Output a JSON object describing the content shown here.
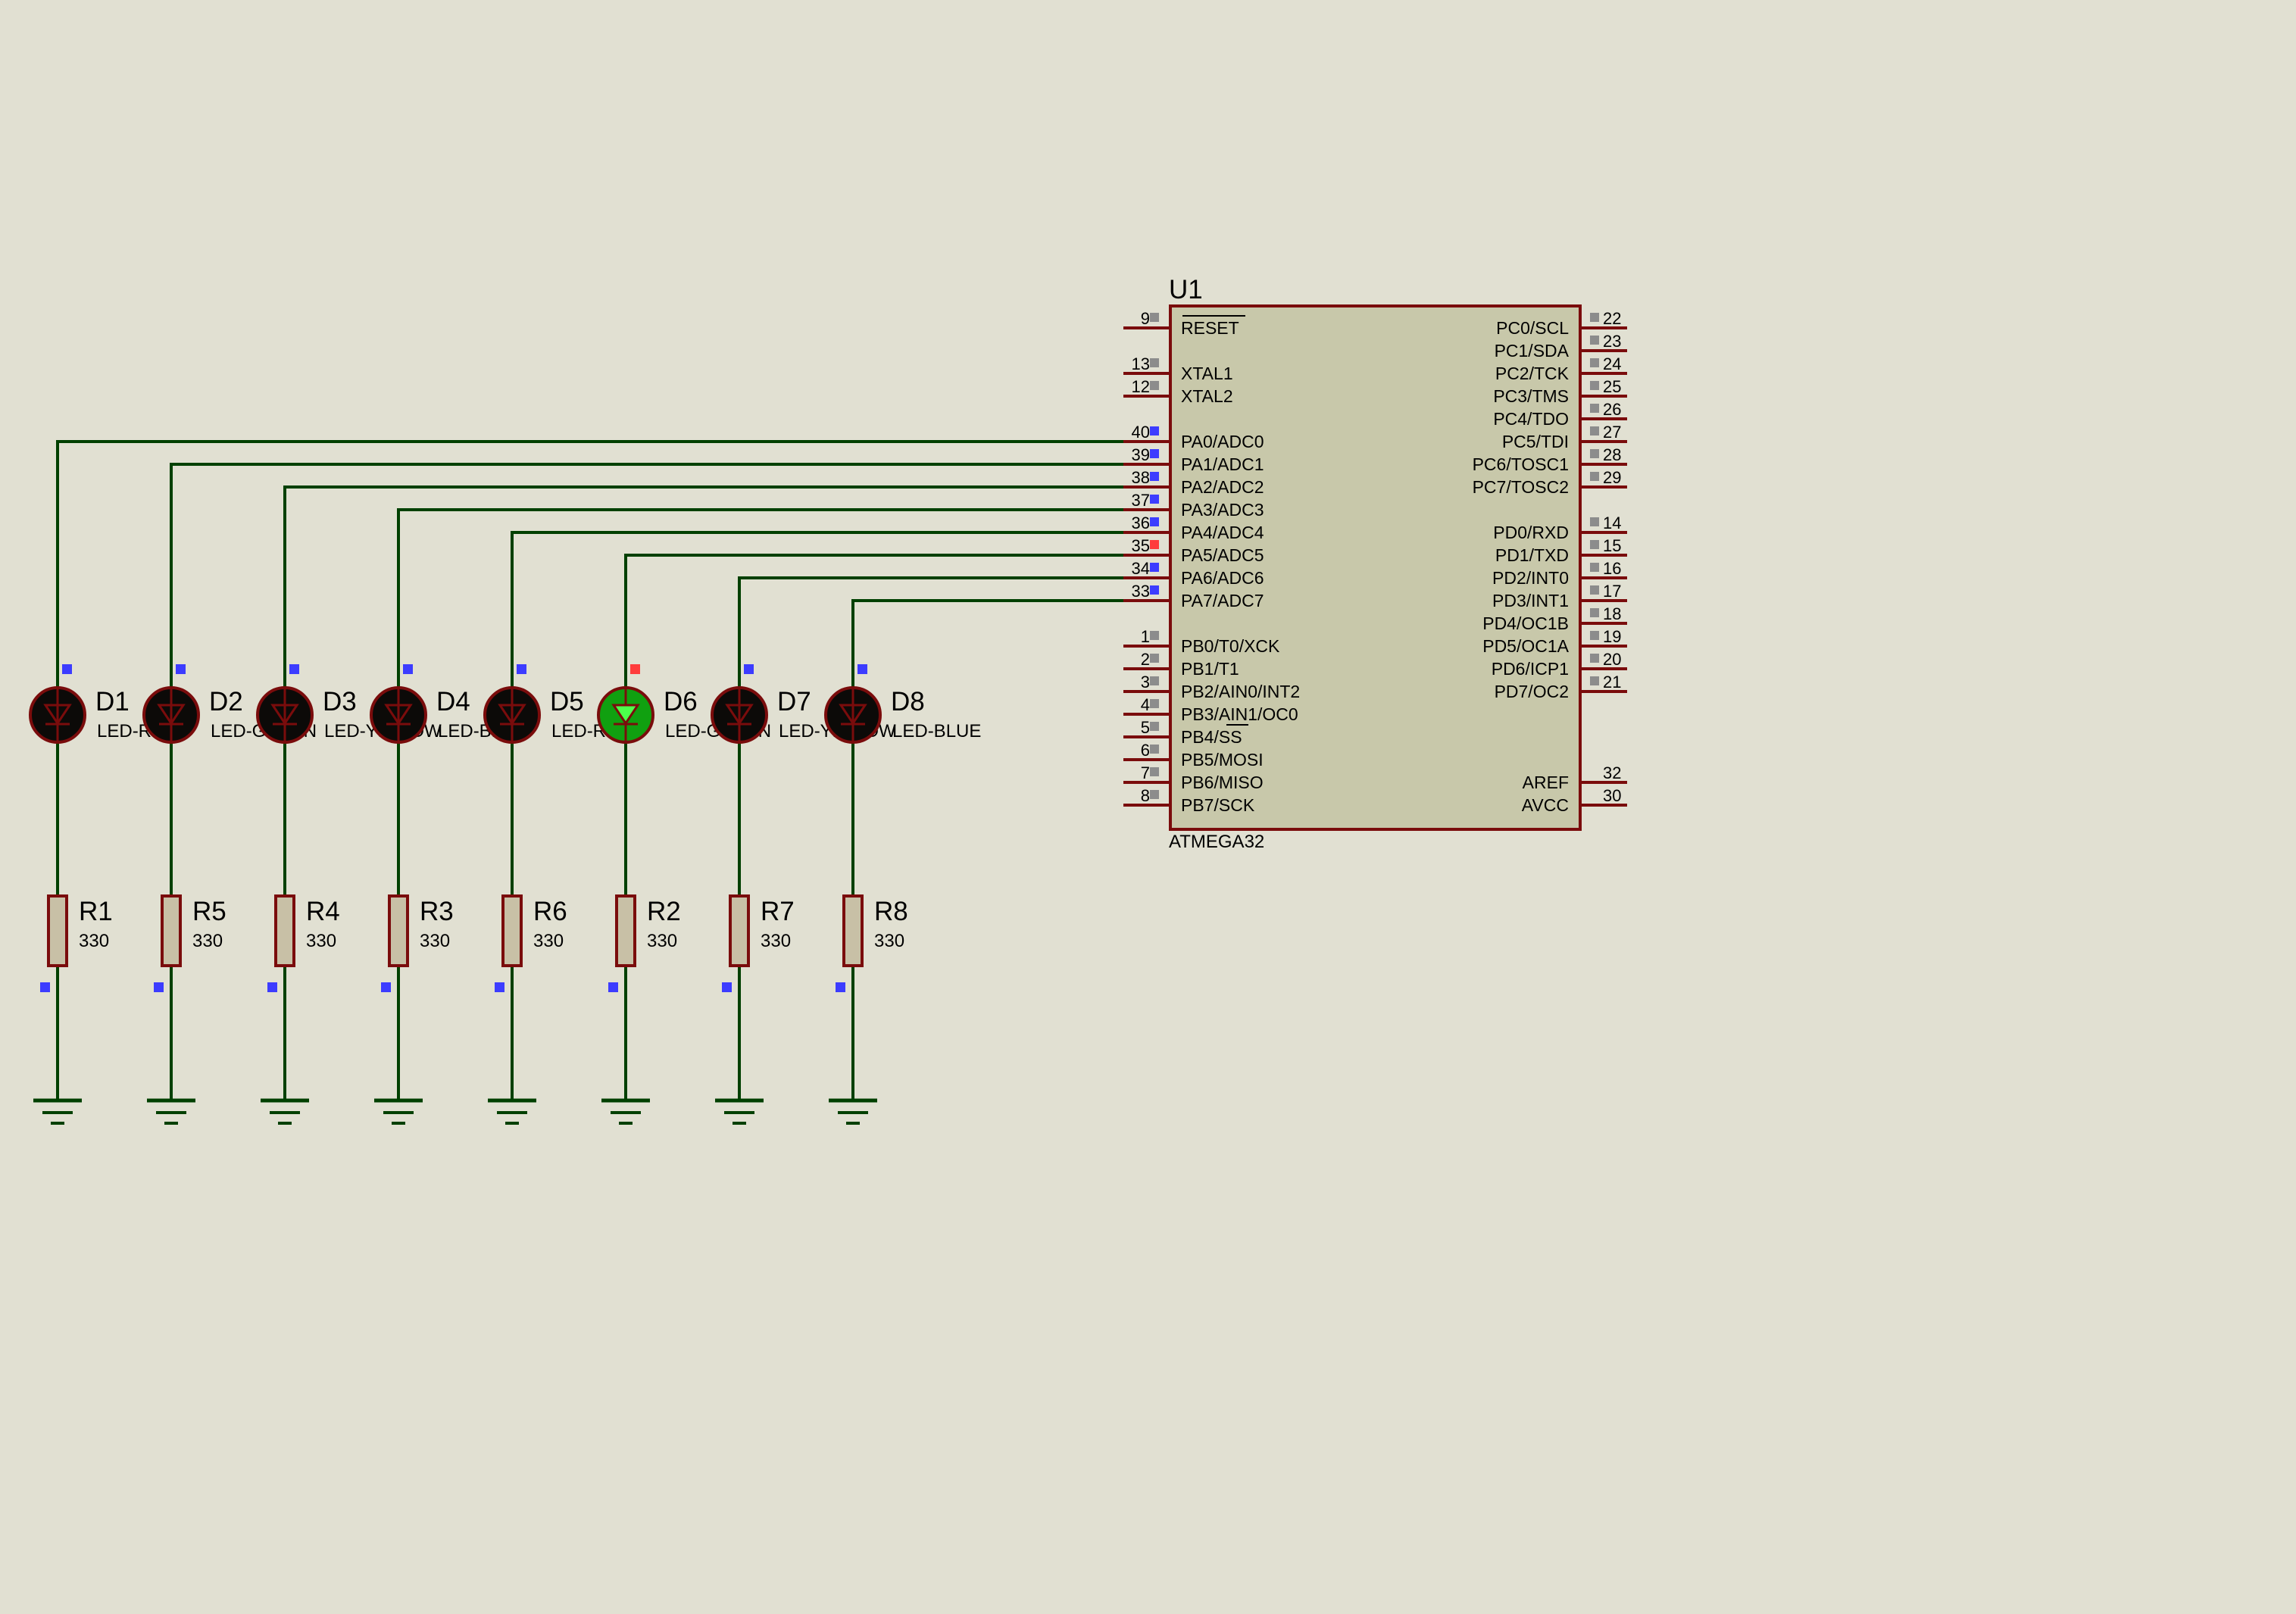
{
  "chip": {
    "ref": "U1",
    "part": "ATMEGA32",
    "left_pins": [
      {
        "num": "9",
        "name": "RESET",
        "overline": true,
        "state": "idle"
      },
      {
        "num": "13",
        "name": "XTAL1",
        "state": "idle"
      },
      {
        "num": "12",
        "name": "XTAL2",
        "state": "idle"
      },
      {
        "num": "40",
        "name": "PA0/ADC0",
        "state": "low"
      },
      {
        "num": "39",
        "name": "PA1/ADC1",
        "state": "low"
      },
      {
        "num": "38",
        "name": "PA2/ADC2",
        "state": "low"
      },
      {
        "num": "37",
        "name": "PA3/ADC3",
        "state": "low"
      },
      {
        "num": "36",
        "name": "PA4/ADC4",
        "state": "low"
      },
      {
        "num": "35",
        "name": "PA5/ADC5",
        "state": "high"
      },
      {
        "num": "34",
        "name": "PA6/ADC6",
        "state": "low"
      },
      {
        "num": "33",
        "name": "PA7/ADC7",
        "state": "low"
      },
      {
        "num": "1",
        "name": "PB0/T0/XCK",
        "state": "idle"
      },
      {
        "num": "2",
        "name": "PB1/T1",
        "state": "idle"
      },
      {
        "num": "3",
        "name": "PB2/AIN0/INT2",
        "state": "idle"
      },
      {
        "num": "4",
        "name": "PB3/AIN1/OC0",
        "state": "idle"
      },
      {
        "num": "5",
        "name": "PB4/SS",
        "overline_part": "SS",
        "state": "idle"
      },
      {
        "num": "6",
        "name": "PB5/MOSI",
        "state": "idle"
      },
      {
        "num": "7",
        "name": "PB6/MISO",
        "state": "idle"
      },
      {
        "num": "8",
        "name": "PB7/SCK",
        "state": "idle"
      }
    ],
    "right_pins": [
      {
        "num": "22",
        "name": "PC0/SCL",
        "state": "idle"
      },
      {
        "num": "23",
        "name": "PC1/SDA",
        "state": "idle"
      },
      {
        "num": "24",
        "name": "PC2/TCK",
        "state": "idle"
      },
      {
        "num": "25",
        "name": "PC3/TMS",
        "state": "idle"
      },
      {
        "num": "26",
        "name": "PC4/TDO",
        "state": "idle"
      },
      {
        "num": "27",
        "name": "PC5/TDI",
        "state": "idle"
      },
      {
        "num": "28",
        "name": "PC6/TOSC1",
        "state": "idle"
      },
      {
        "num": "29",
        "name": "PC7/TOSC2",
        "state": "idle"
      },
      {
        "num": "14",
        "name": "PD0/RXD",
        "state": "idle"
      },
      {
        "num": "15",
        "name": "PD1/TXD",
        "state": "idle"
      },
      {
        "num": "16",
        "name": "PD2/INT0",
        "state": "idle"
      },
      {
        "num": "17",
        "name": "PD3/INT1",
        "state": "idle"
      },
      {
        "num": "18",
        "name": "PD4/OC1B",
        "state": "idle"
      },
      {
        "num": "19",
        "name": "PD5/OC1A",
        "state": "idle"
      },
      {
        "num": "20",
        "name": "PD6/ICP1",
        "state": "idle"
      },
      {
        "num": "21",
        "name": "PD7/OC2",
        "state": "idle"
      },
      {
        "num": "32",
        "name": "AREF",
        "state": "none"
      },
      {
        "num": "30",
        "name": "AVCC",
        "state": "none"
      }
    ]
  },
  "leds": [
    {
      "ref": "D1",
      "label": "LED-RED",
      "lit": false,
      "state": "low"
    },
    {
      "ref": "D2",
      "label": "LED-GREEN",
      "lit": false,
      "state": "low"
    },
    {
      "ref": "D3",
      "label": "LED-YELLOW",
      "lit": false,
      "state": "low"
    },
    {
      "ref": "D4",
      "label": "LED-BLUE",
      "lit": false,
      "state": "low"
    },
    {
      "ref": "D5",
      "label": "LED-RED",
      "lit": false,
      "state": "low"
    },
    {
      "ref": "D6",
      "label": "LED-GREEN",
      "lit": true,
      "state": "high"
    },
    {
      "ref": "D7",
      "label": "LED-YELLOW",
      "lit": false,
      "state": "low"
    },
    {
      "ref": "D8",
      "label": "LED-BLUE",
      "lit": false,
      "state": "low"
    }
  ],
  "resistors": [
    {
      "ref": "R1",
      "value": "330"
    },
    {
      "ref": "R5",
      "value": "330"
    },
    {
      "ref": "R4",
      "value": "330"
    },
    {
      "ref": "R3",
      "value": "330"
    },
    {
      "ref": "R6",
      "value": "330"
    },
    {
      "ref": "R2",
      "value": "330"
    },
    {
      "ref": "R7",
      "value": "330"
    },
    {
      "ref": "R8",
      "value": "330"
    }
  ],
  "colors": {
    "background": "#e1e0d2",
    "wire": "#004000",
    "component_outline": "#7a0c0c",
    "chip_body": "#c8c8aa",
    "resistor_body": "#c8c0a6",
    "led_off": "#0c0a08",
    "led_on": "#10a010",
    "logic_low": "#3c3cff",
    "logic_high": "#ff3c3c",
    "logic_idle": "#8c8c8c"
  }
}
